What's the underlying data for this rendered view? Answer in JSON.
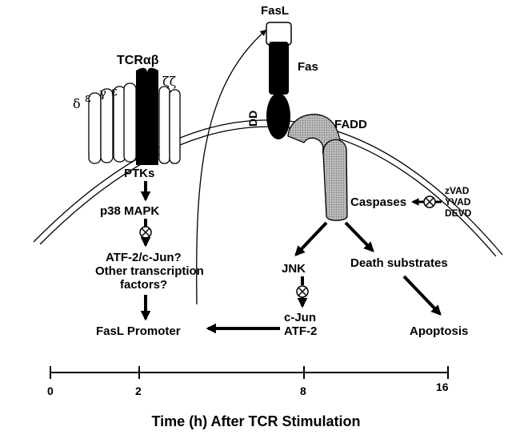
{
  "labels": {
    "fasl": "FasL",
    "fas": "Fas",
    "dd": "DD",
    "fadd": "FADD",
    "tcr": "TCRαβ",
    "cd3_delta": "δ",
    "cd3_eps1": "ε",
    "cd3_gamma": "γ",
    "cd3_eps2": "ε",
    "zeta": "ζζ",
    "ptks": "PTKs",
    "p38": "p38 MAPK",
    "atf_line1": "ATF-2/c-Jun?",
    "atf_line2": "Other transcription",
    "atf_line3": "factors?",
    "fasl_promoter": "FasL Promoter",
    "jnk": "JNK",
    "cjun": "c-Jun",
    "atf2": "ATF-2",
    "caspases": "Caspases",
    "zvad": "zVAD",
    "yvad": "YVAD",
    "devd": "DEVD",
    "death_substrates": "Death substrates",
    "apoptosis": "Apoptosis"
  },
  "timeline": {
    "ticks": [
      "0",
      "2",
      "8",
      "16"
    ],
    "title": "Time (h) After TCR Stimulation"
  }
}
